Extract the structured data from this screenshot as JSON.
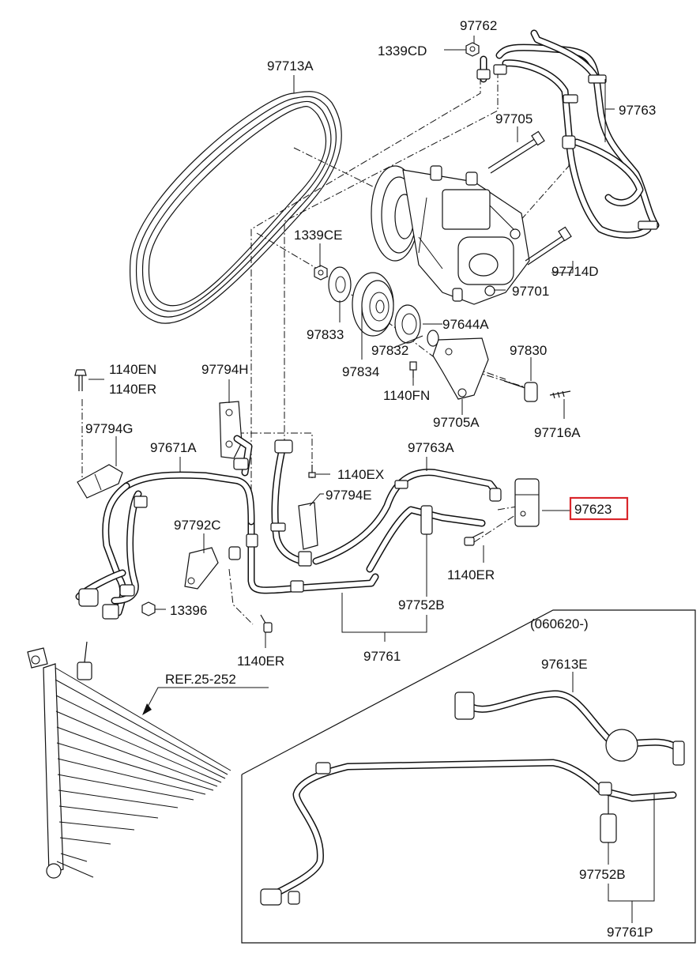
{
  "labels": {
    "p97762": "97762",
    "p1339CD": "1339CD",
    "p97713A": "97713A",
    "p97763": "97763",
    "p97705": "97705",
    "p1339CE": "1339CE",
    "p97714D": "97714D",
    "p97701": "97701",
    "p97644A": "97644A",
    "p97833": "97833",
    "p97832": "97832",
    "p97834": "97834",
    "p97830": "97830",
    "p1140EN": "1140EN",
    "p1140ER_top": "1140ER",
    "p97794H": "97794H",
    "p1140FN": "1140FN",
    "p97705A": "97705A",
    "p97716A": "97716A",
    "p97794G": "97794G",
    "p97671A": "97671A",
    "p97763A": "97763A",
    "p1140EX": "1140EX",
    "p97794E": "97794E",
    "p97623": "97623",
    "p97792C": "97792C",
    "p1140ER_mid": "1140ER",
    "p13396": "13396",
    "p97752B": "97752B",
    "p97761": "97761",
    "p1140ER_low": "1140ER",
    "pREF": "REF.25-252",
    "p060620": "(060620-)",
    "p97613E": "97613E",
    "p97752B_inset": "97752B",
    "p97761P": "97761P"
  },
  "highlight": {
    "label": "97623",
    "color": "#d9262b"
  }
}
